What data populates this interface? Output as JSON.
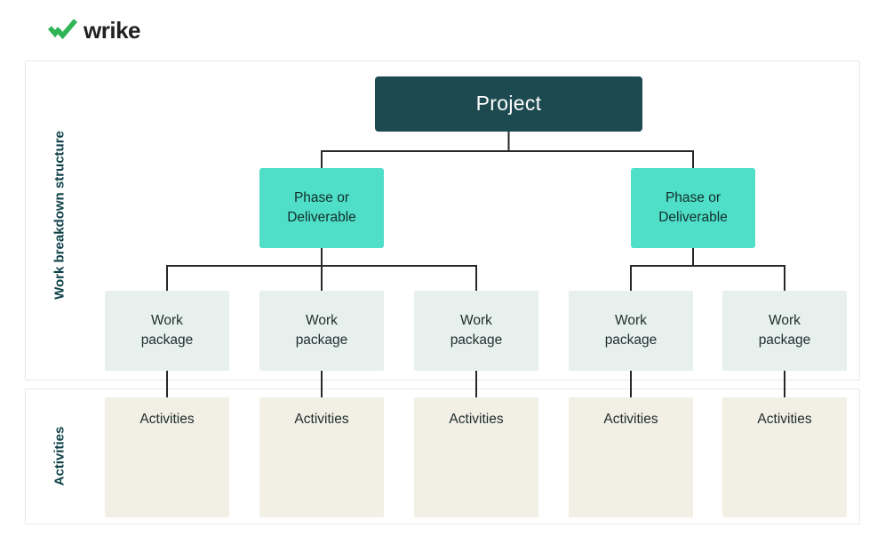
{
  "brand": {
    "name": "wrike"
  },
  "panels": {
    "wbs": {
      "side_label": "Work breakdown structure"
    },
    "activities": {
      "side_label": "Activities"
    }
  },
  "nodes": {
    "project": "Project",
    "phases": [
      "Phase or\nDeliverable",
      "Phase or\nDeliverable"
    ],
    "work_packages": [
      "Work\npackage",
      "Work\npackage",
      "Work\npackage",
      "Work\npackage",
      "Work\npackage"
    ],
    "activities": [
      "Activities",
      "Activities",
      "Activities",
      "Activities",
      "Activities"
    ]
  },
  "colors": {
    "brand_green": "#2fb457",
    "logo_text": "#212121",
    "project_bg": "#1d4a50",
    "project_text": "#ffffff",
    "phase_bg": "#4fdec7",
    "phase_text": "#132f2e",
    "work_package_bg": "#e8f0ee",
    "activities_bg": "#f2efe5",
    "node_text": "#202e2d",
    "side_label": "#0f4149",
    "connector": "#26282a",
    "panel_border": "#e9e9e9"
  }
}
